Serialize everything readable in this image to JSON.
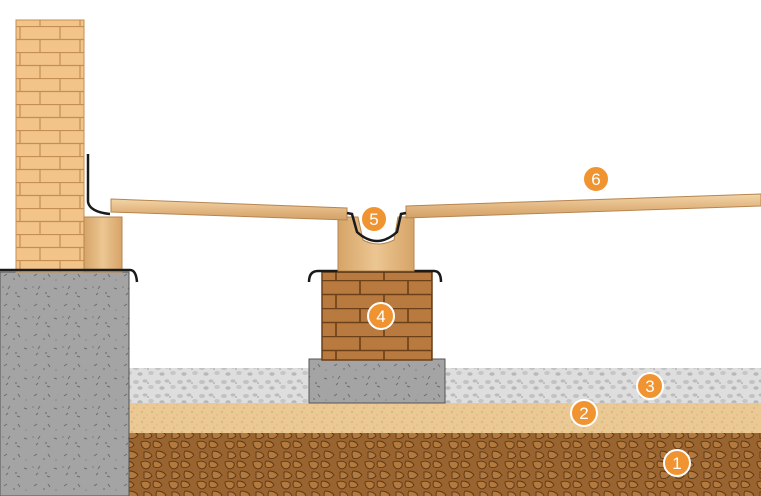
{
  "diagram": {
    "type": "cross-section",
    "colors": {
      "brick_light": "#f2c48a",
      "brick_mortar": "#d9a567",
      "brick_dark": "#b5773f",
      "concrete": "#a3a3a3",
      "gravel": "#dcdcdc",
      "sand": "#e9c896",
      "soil": "#8d5a2a",
      "wood": "#e6c08c",
      "waterproofing": "#1a1a1a",
      "marker": "#f09432"
    },
    "markers": [
      {
        "label": "1"
      },
      {
        "label": "2"
      },
      {
        "label": "3"
      },
      {
        "label": "4"
      },
      {
        "label": "5"
      },
      {
        "label": "6"
      }
    ]
  }
}
